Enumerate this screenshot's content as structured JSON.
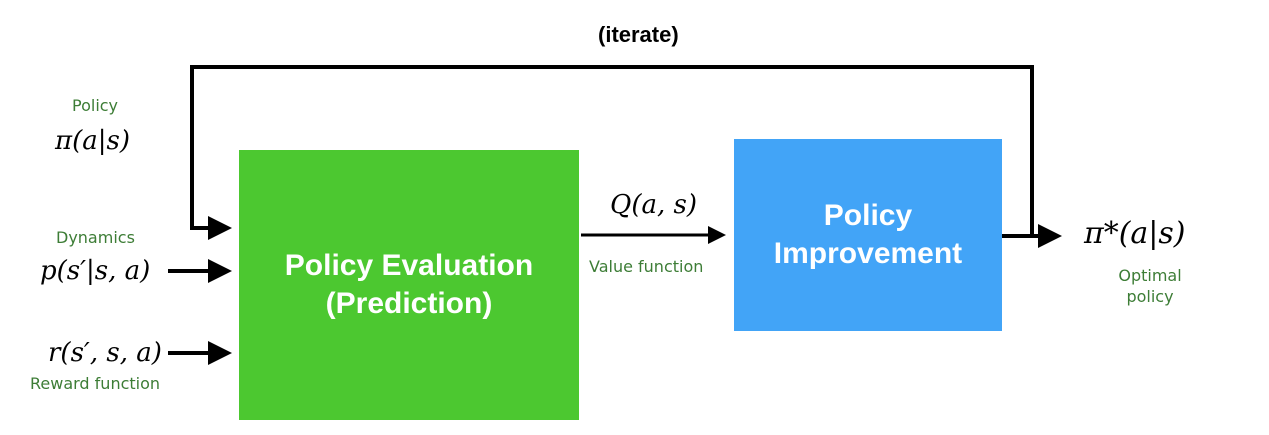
{
  "title": "(iterate)",
  "inputs": {
    "policy": {
      "label": "Policy",
      "expr": "π(a|s)"
    },
    "dynamics": {
      "label": "Dynamics",
      "expr": "p(s′|s, a)"
    },
    "reward": {
      "label": "Reward function",
      "expr": "r(s′, s, a)"
    }
  },
  "boxes": {
    "evaluation": {
      "line1": "Policy Evaluation",
      "line2": "(Prediction)"
    },
    "improvement": {
      "line1": "Policy",
      "line2": "Improvement"
    }
  },
  "value_function": {
    "expr": "Q(a, s)",
    "label": "Value function"
  },
  "output": {
    "expr": "π*(a|s)",
    "label_line1": "Optimal",
    "label_line2": "policy"
  },
  "colors": {
    "evaluation_box": "#4cc830",
    "improvement_box": "#42a4f7",
    "label_green": "#3d7d36",
    "arrow": "#000000"
  }
}
